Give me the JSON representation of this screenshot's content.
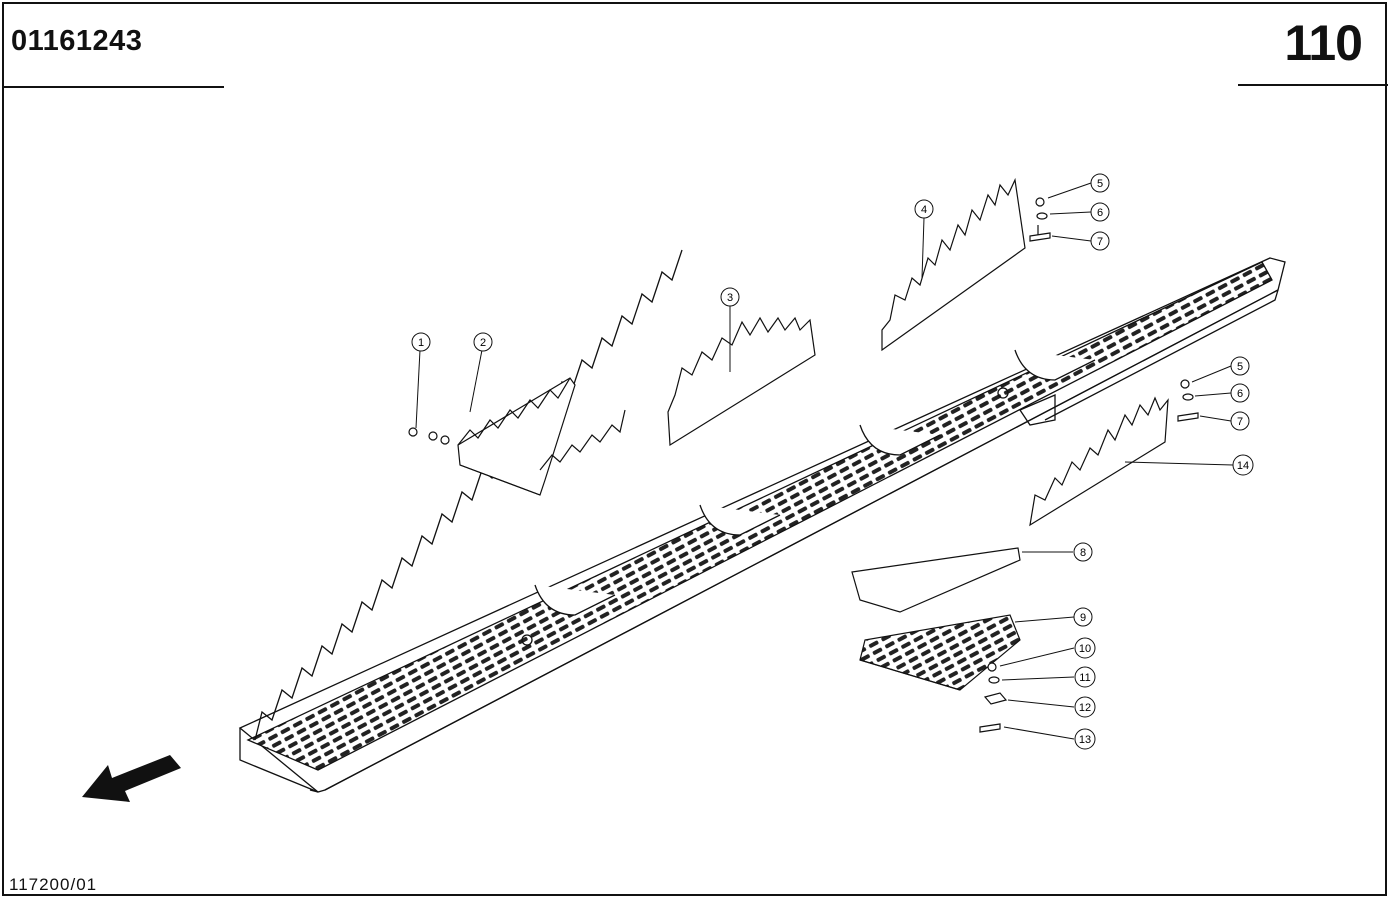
{
  "header": {
    "part_number": "01161243",
    "page_number": "110"
  },
  "footer": {
    "drawing_reference": "117200/01"
  },
  "callouts": [
    "1",
    "2",
    "3",
    "4",
    "5",
    "6",
    "7",
    "5",
    "6",
    "7",
    "14",
    "8",
    "9",
    "10",
    "11",
    "12",
    "13"
  ],
  "icons": {
    "direction_arrow": "direction-arrow-icon"
  }
}
